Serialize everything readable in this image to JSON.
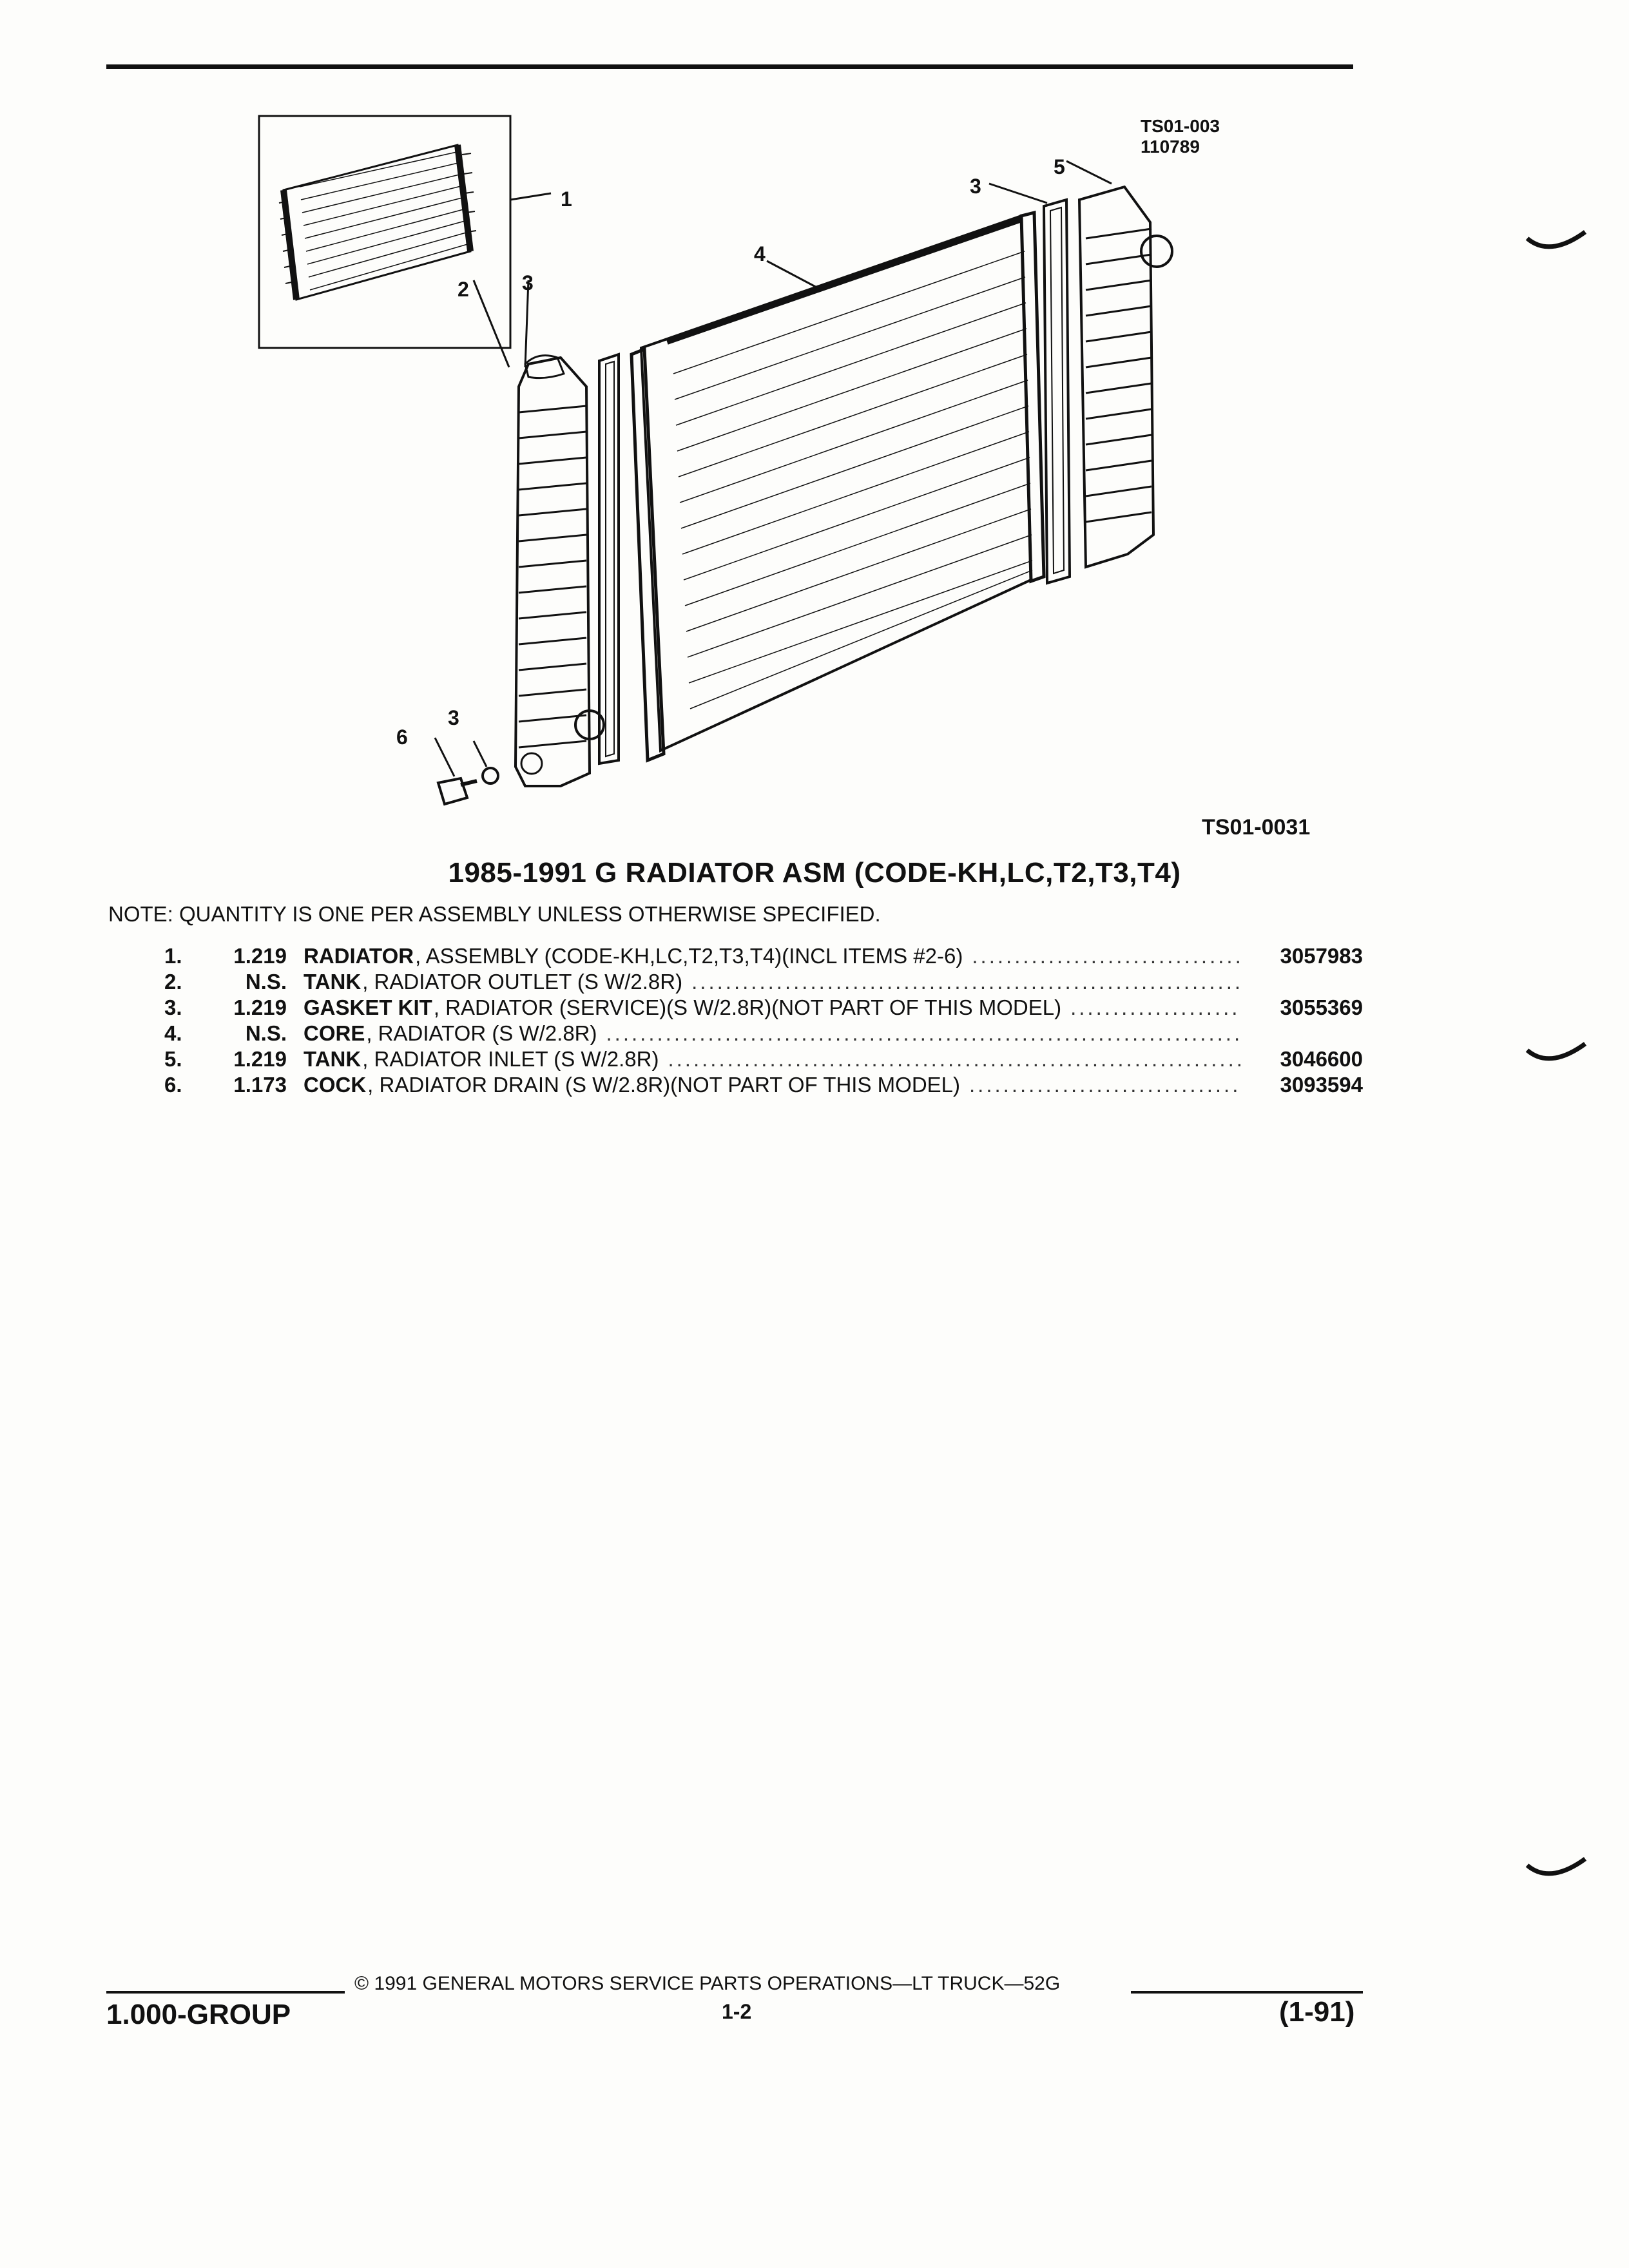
{
  "figure": {
    "code_top": [
      "TS01-003",
      "110789"
    ],
    "code_bottom": "TS01-0031",
    "callouts": {
      "inset": "1",
      "outlet_tank": "2",
      "gasket_left": "3",
      "core": "4",
      "gasket_right": "3",
      "inlet_tank": "5",
      "drain_cock": "6",
      "gasket_cock": "3"
    }
  },
  "title": "1985-1991 G RADIATOR ASM (CODE-KH,LC,T2,T3,T4)",
  "note": "NOTE:  QUANTITY IS ONE PER ASSEMBLY UNLESS OTHERWISE SPECIFIED.",
  "parts": [
    {
      "item": "1.",
      "group": "1.219",
      "name": "RADIATOR",
      "desc": ", ASSEMBLY (CODE-KH,LC,T2,T3,T4)(INCL ITEMS #2-6)",
      "part": "3057983"
    },
    {
      "item": "2.",
      "group": "N.S.",
      "name": "TANK",
      "desc": ", RADIATOR OUTLET (S W/2.8R)",
      "part": ""
    },
    {
      "item": "3.",
      "group": "1.219",
      "name": "GASKET KIT",
      "desc": ", RADIATOR (SERVICE)(S W/2.8R)(NOT PART OF THIS MODEL)",
      "part": "3055369"
    },
    {
      "item": "4.",
      "group": "N.S.",
      "name": "CORE",
      "desc": ", RADIATOR (S W/2.8R)",
      "part": ""
    },
    {
      "item": "5.",
      "group": "1.219",
      "name": "TANK",
      "desc": ", RADIATOR INLET (S W/2.8R)",
      "part": "3046600"
    },
    {
      "item": "6.",
      "group": "1.173",
      "name": "COCK",
      "desc": ", RADIATOR DRAIN (S W/2.8R)(NOT PART OF THIS MODEL)",
      "part": "3093594"
    }
  ],
  "footer": {
    "copyright": "©  1991  GENERAL MOTORS SERVICE PARTS OPERATIONS—LT TRUCK—52G",
    "group": "1.000-GROUP",
    "page": "1-2",
    "date_code": "(1-91)"
  }
}
